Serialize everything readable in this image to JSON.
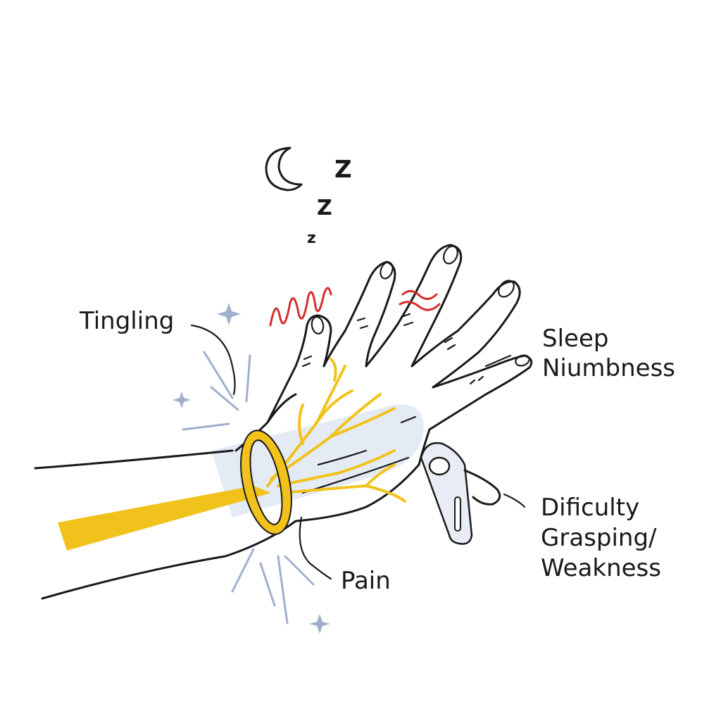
{
  "labels": {
    "tingling": "Tingling",
    "sleep_line1": "Sleep",
    "sleep_line2": "Niumbness",
    "difficulty_line1": "Dificulty",
    "difficulty_line2": "Grasping/",
    "difficulty_line3": "Weakness",
    "pain": "Pain"
  },
  "sleep_letters": [
    "Z",
    "Z",
    "z"
  ],
  "colors": {
    "ink": "#1a1a1a",
    "nerve": "#f2c21c",
    "wristband": "#f2c21c",
    "sparks": "#9fb0cc",
    "tingle_wave": "#d62d2d",
    "glow": "#dfe7f3"
  },
  "icons": [
    "moon-icon",
    "sleep-z-icon",
    "sparkle-star-icon",
    "clip-icon"
  ]
}
